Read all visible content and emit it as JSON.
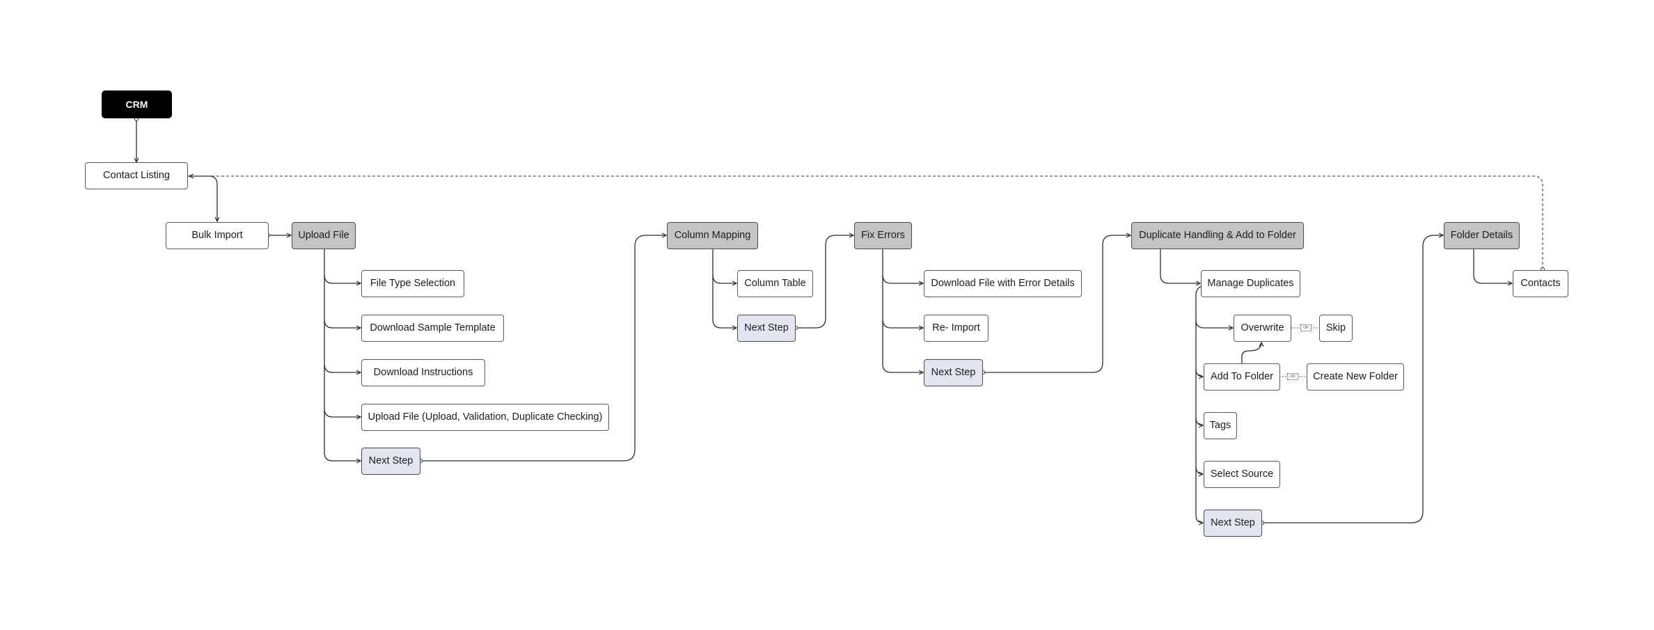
{
  "diagram": {
    "root": {
      "label": "CRM"
    },
    "contact_listing": {
      "label": "Contact Listing"
    },
    "bulk_import": {
      "label": "Bulk Import"
    },
    "upload_file": {
      "label": "Upload File",
      "items": [
        "File Type Selection",
        "Download Sample Template",
        "Download Instructions",
        "Upload File (Upload, Validation, Duplicate Checking)"
      ],
      "next": "Next Step"
    },
    "column_mapping": {
      "label": "Column Mapping",
      "items": [
        "Column Table"
      ],
      "next": "Next Step"
    },
    "fix_errors": {
      "label": "Fix Errors",
      "items": [
        "Download File with Error Details",
        "Re- Import"
      ],
      "next": "Next Step"
    },
    "duplicate_handling": {
      "label": "Duplicate Handling & Add to Folder",
      "manage_duplicates": "Manage Duplicates",
      "overwrite": "Overwrite",
      "skip": "Skip",
      "add_to_folder": "Add To Folder",
      "create_new_folder": "Create New Folder",
      "tags": "Tags",
      "select_source": "Select Source",
      "next": "Next Step",
      "or_label": "OR"
    },
    "folder_details": {
      "label": "Folder Details",
      "contacts": "Contacts"
    }
  }
}
